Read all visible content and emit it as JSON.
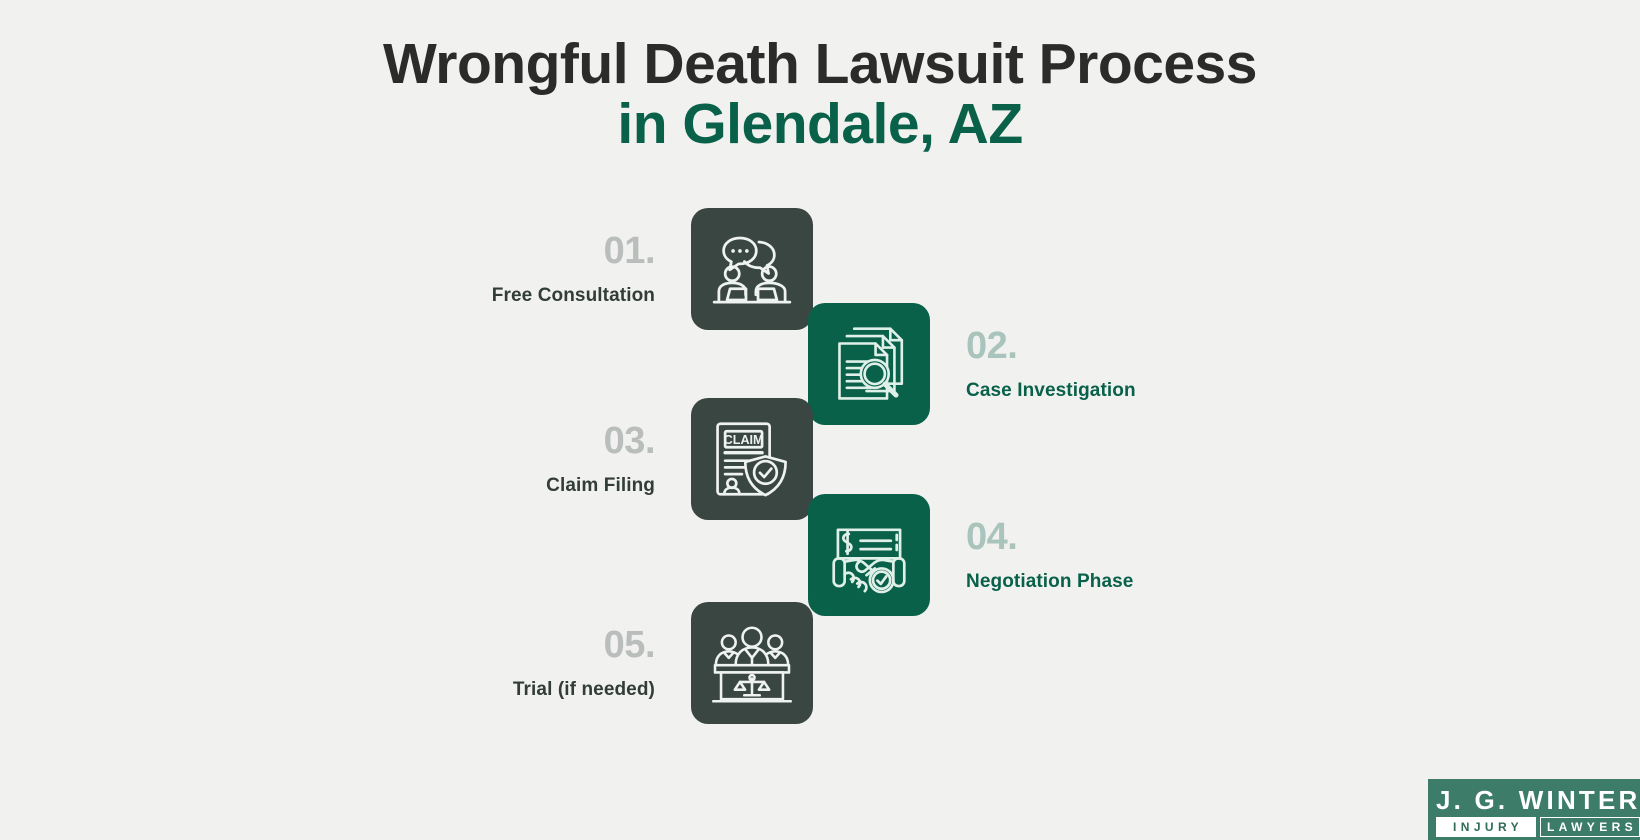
{
  "title": {
    "line1": "Wrongful Death Lawsuit Process",
    "line2": "in Glendale, AZ"
  },
  "colors": {
    "background": "#f1f1f0",
    "title_dark": "#2b2b29",
    "brand_green": "#0a6149",
    "tile_dark": "#3a4641",
    "tile_green": "#0a6149",
    "num_gray": "#b9bdbc",
    "num_sage": "#a9c4bc",
    "label_dark": "#323d38",
    "logo_green": "#3d7c69"
  },
  "steps": [
    {
      "number": "01.",
      "label": "Free Consultation",
      "icon": "consultation-meeting-icon",
      "tile_color": "#3a4641",
      "text_side": "left"
    },
    {
      "number": "02.",
      "label": "Case Investigation",
      "icon": "documents-magnifier-icon",
      "tile_color": "#0a6149",
      "text_side": "right"
    },
    {
      "number": "03.",
      "label": "Claim Filing",
      "icon": "claim-document-shield-icon",
      "tile_color": "#3a4641",
      "text_side": "left",
      "icon_text": "CLAIM"
    },
    {
      "number": "04.",
      "label": "Negotiation Phase",
      "icon": "handshake-check-payment-icon",
      "tile_color": "#0a6149",
      "text_side": "right"
    },
    {
      "number": "05.",
      "label": "Trial (if needed)",
      "icon": "courtroom-jury-scales-icon",
      "tile_color": "#3a4641",
      "text_side": "left"
    }
  ],
  "logo": {
    "name": "J. G. WINTER",
    "tagline_left": "INJURY",
    "tagline_right": "LAWYERS"
  }
}
